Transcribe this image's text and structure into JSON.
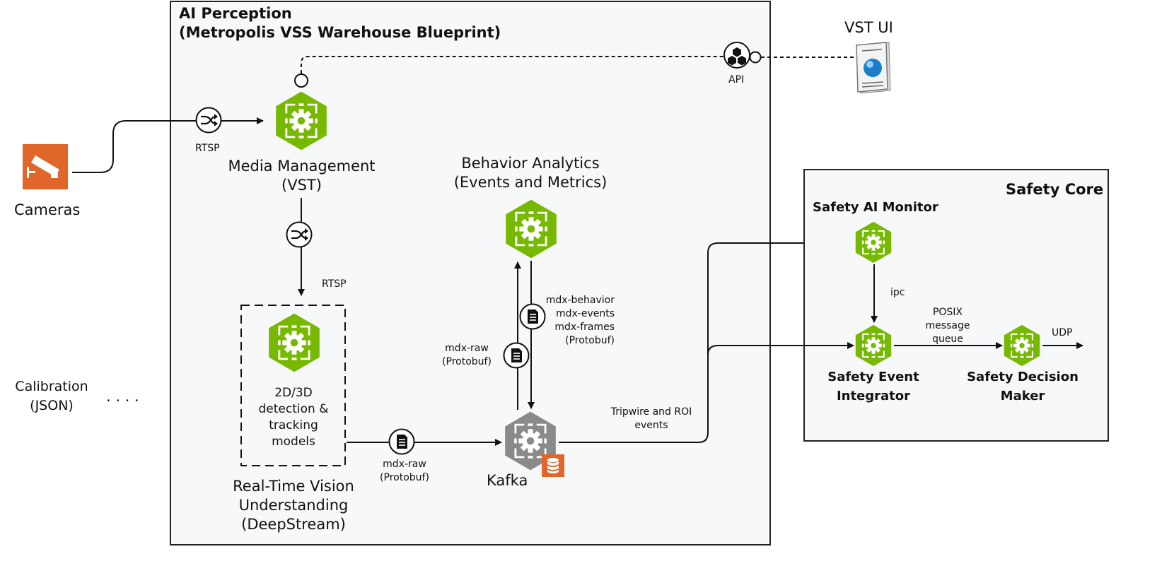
{
  "title_line1": "AI Perception",
  "title_line2": "(Metropolis VSS Warehouse Blueprint)",
  "safety_core_title": "Safety Core",
  "vst_ui_label": "VST UI",
  "api_label": "API",
  "cameras_label": "Cameras",
  "rtsp_label_1": "RTSP",
  "rtsp_label_2": "RTSP",
  "media_mgmt_line1": "Media Management",
  "media_mgmt_line2": "(VST)",
  "behavior_line1": "Behavior Analytics",
  "behavior_line2": "(Events and Metrics)",
  "calibration_line1": "Calibration",
  "calibration_line2": "(JSON)",
  "calibration_dots": ". . . .",
  "ds_model_lines": [
    "2D/3D",
    "detection &",
    "tracking",
    "models"
  ],
  "rtvu_lines": [
    "Real-Time Vision",
    "Understanding",
    "(DeepStream)"
  ],
  "mdx_raw_bottom": [
    "mdx-raw",
    "(Protobuf)"
  ],
  "mdx_raw_left": [
    "mdx-raw",
    "(Protobuf)"
  ],
  "mdx_topics": [
    "mdx-behavior",
    "mdx-events",
    "mdx-frames",
    "(Protobuf)"
  ],
  "kafka_label": "Kafka",
  "tripwire_lines": [
    "Tripwire and ROI",
    "events"
  ],
  "safety_ai_monitor": "Safety AI Monitor",
  "ipc_label": "ipc",
  "posix_lines": [
    "POSIX",
    "message",
    "queue"
  ],
  "udp_label": "UDP",
  "sei_lines": [
    "Safety Event",
    "Integrator"
  ],
  "sdm_lines": [
    "Safety Decision",
    "Maker"
  ],
  "colors": {
    "green": "#76b900",
    "gray": "#8a8a8a",
    "orange": "#e0662a",
    "panel": "#f6f8f9"
  },
  "icons": [
    "gear-hexagon-icon",
    "shuffle-icon",
    "document-icon",
    "api-hub-icon",
    "monitor-globe-icon",
    "camera-icon",
    "database-icon"
  ]
}
